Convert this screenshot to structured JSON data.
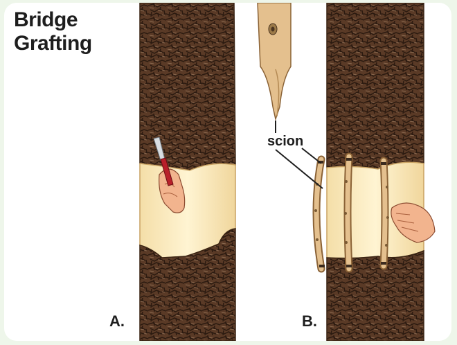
{
  "title": {
    "line1": "Bridge",
    "line2": "Grafting"
  },
  "panels": [
    {
      "label": "A."
    },
    {
      "label": "B."
    }
  ],
  "annotation": {
    "scion": "scion"
  },
  "colors": {
    "bark": "#5a3a26",
    "bark_dark": "#2e1b10",
    "cambium": "#fbebbf",
    "scion_wood": "#e4c08e",
    "skin": "#f2b48e",
    "knife_handle": "#b8202a"
  },
  "icons": [
    "grafting-knife-icon",
    "hand-icon",
    "scion-stick-icon"
  ]
}
